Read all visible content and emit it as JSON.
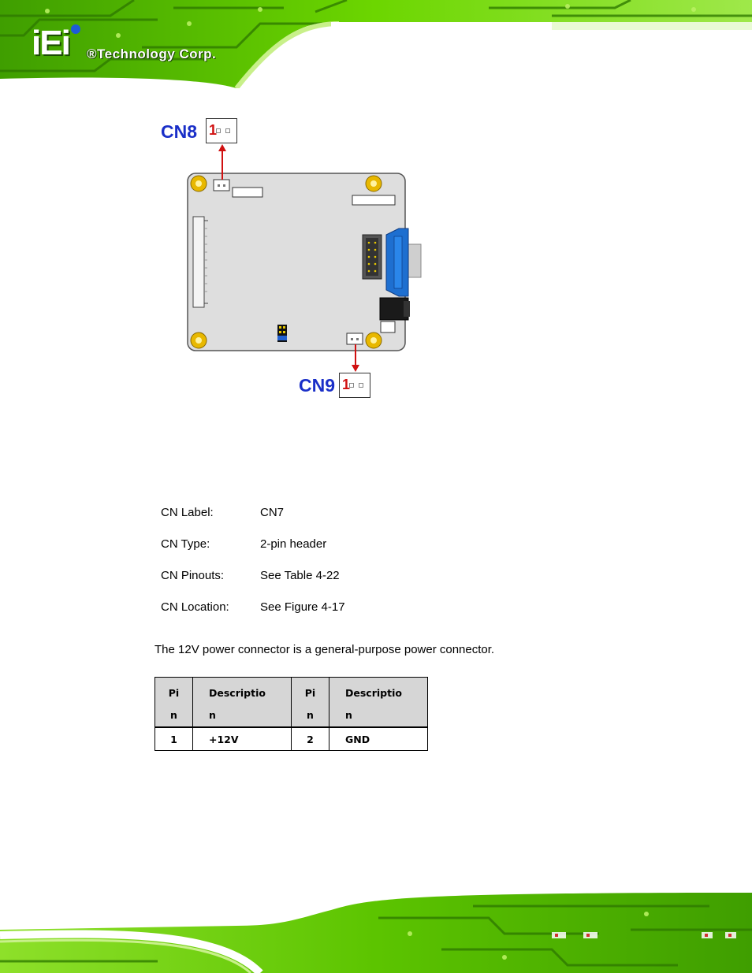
{
  "header": {
    "logo_mark": "iEi",
    "company": "®Technology Corp."
  },
  "figure": {
    "top_label": "CN8",
    "bottom_label": "CN9",
    "pin1_top": "1",
    "pin1_bottom": "1"
  },
  "spec": [
    {
      "key": "CN Label:",
      "value": "CN7"
    },
    {
      "key": "CN Type:",
      "value": "2-pin header"
    },
    {
      "key": "CN Pinouts:",
      "value": "See Table 4-22"
    },
    {
      "key": "CN Location:",
      "value": "See Figure 4-17"
    }
  ],
  "paragraph": "The 12V power connector is a general-purpose power connector.",
  "table": {
    "headers": [
      {
        "l1": "Pi",
        "l2": "n"
      },
      {
        "l1": "Descriptio",
        "l2": "n"
      },
      {
        "l1": "Pi",
        "l2": "n"
      },
      {
        "l1": "Descriptio",
        "l2": "n"
      }
    ],
    "rows": [
      [
        "1",
        "+12V",
        "2",
        "GND"
      ]
    ]
  },
  "colors": {
    "brand_green": "#6cd600",
    "label_blue": "#1a2fc8",
    "pin_red": "#d01010",
    "connector_blue": "#1e6fd0"
  }
}
